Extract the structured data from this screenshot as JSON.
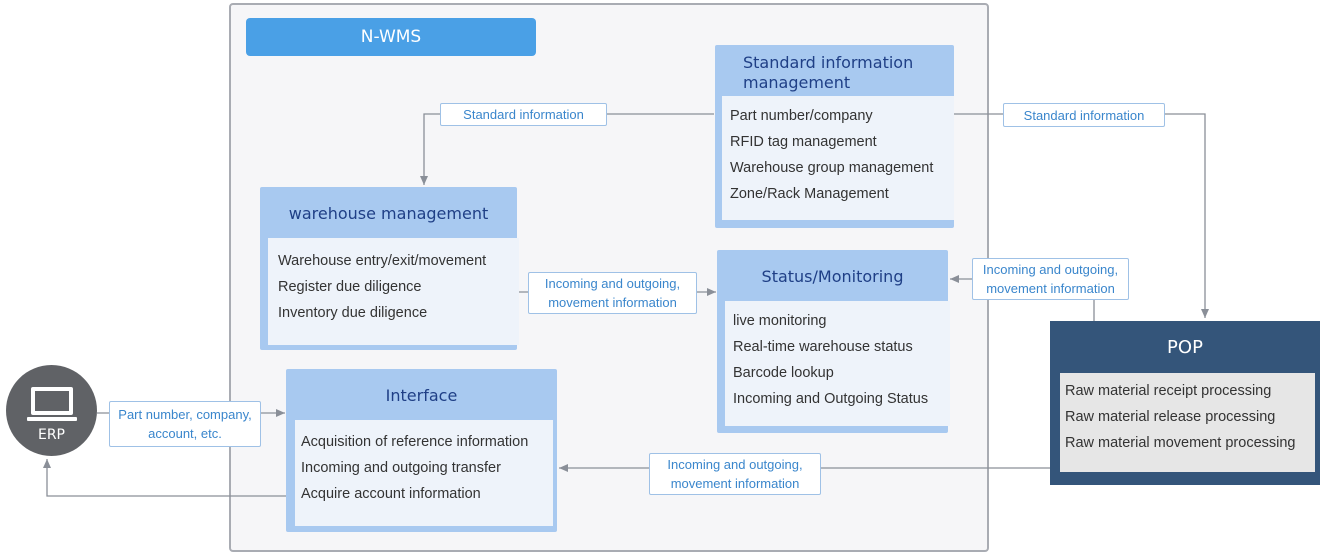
{
  "nwms": {
    "title": "N-WMS"
  },
  "standard_info": {
    "title_line1": "Standard information",
    "title_line2": "management",
    "items": [
      "Part number/company",
      "RFID tag management",
      "Warehouse group management",
      "Zone/Rack Management"
    ]
  },
  "warehouse": {
    "title": "warehouse management",
    "items": [
      "Warehouse entry/exit/movement",
      "Register due diligence",
      "Inventory due diligence"
    ]
  },
  "status": {
    "title": "Status/Monitoring",
    "items": [
      "live monitoring",
      "Real-time warehouse status",
      "Barcode lookup",
      "Incoming and Outgoing Status"
    ]
  },
  "interface": {
    "title": "Interface",
    "items": [
      "Acquisition of reference information",
      "Incoming and outgoing transfer",
      "Acquire account information"
    ]
  },
  "pop": {
    "title": "POP",
    "items": [
      "Raw material receipt processing",
      "Raw material release processing",
      "Raw material movement processing"
    ]
  },
  "erp": {
    "label": "ERP"
  },
  "labels": {
    "std_to_wh": "Standard information",
    "std_to_pop": "Standard information",
    "wh_to_status": {
      "line1": "Incoming and outgoing,",
      "line2": "movement information"
    },
    "pop_to_status": {
      "line1": "Incoming and outgoing,",
      "line2": "movement information"
    },
    "pop_to_interface": {
      "line1": "Incoming and outgoing,",
      "line2": "movement information"
    },
    "erp_to_interface": {
      "line1": "Part number, company,",
      "line2": "account, etc."
    }
  },
  "colors": {
    "frame_bg": "#f6f6f8",
    "title_bar": "#4aa0e6",
    "module_bg": "#a8c9f0",
    "module_title": "#1f3f86",
    "label_text": "#3a86cc",
    "pop_bg": "#34557a",
    "erp_bg": "#606266",
    "connector": "#8a8f98"
  }
}
